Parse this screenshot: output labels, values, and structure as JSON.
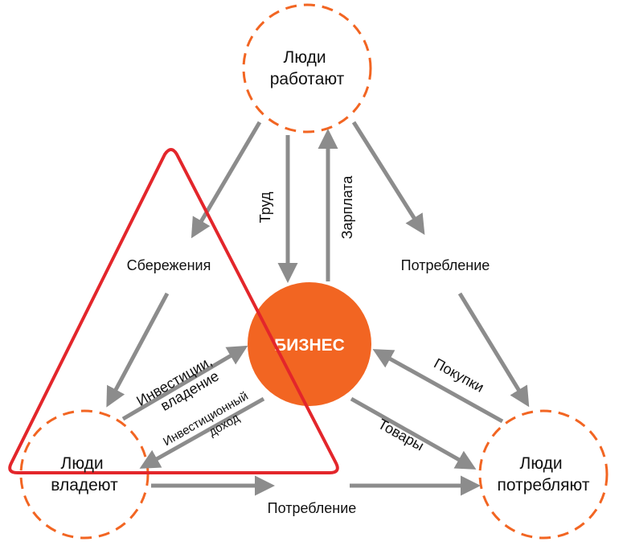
{
  "nodes": {
    "work": [
      "Люди",
      "работают"
    ],
    "own": [
      "Люди",
      "владеют"
    ],
    "consume": [
      "Люди",
      "потребляют"
    ],
    "business": "БИЗНЕС"
  },
  "labels": {
    "labor": "Труд",
    "salary": "Зарплата",
    "savings": "Сбережения",
    "consumption_right": "Потребление",
    "consumption_bottom": "Потребление",
    "investments": [
      "Инвестиции,",
      "владение"
    ],
    "investment_income": [
      "Инвестиционный",
      "доход"
    ],
    "purchases": "Покупки",
    "goods": "Товары"
  },
  "colors": {
    "accent": "#f26522",
    "triangle": "#e3262b",
    "arrow": "#8c8c8c"
  }
}
